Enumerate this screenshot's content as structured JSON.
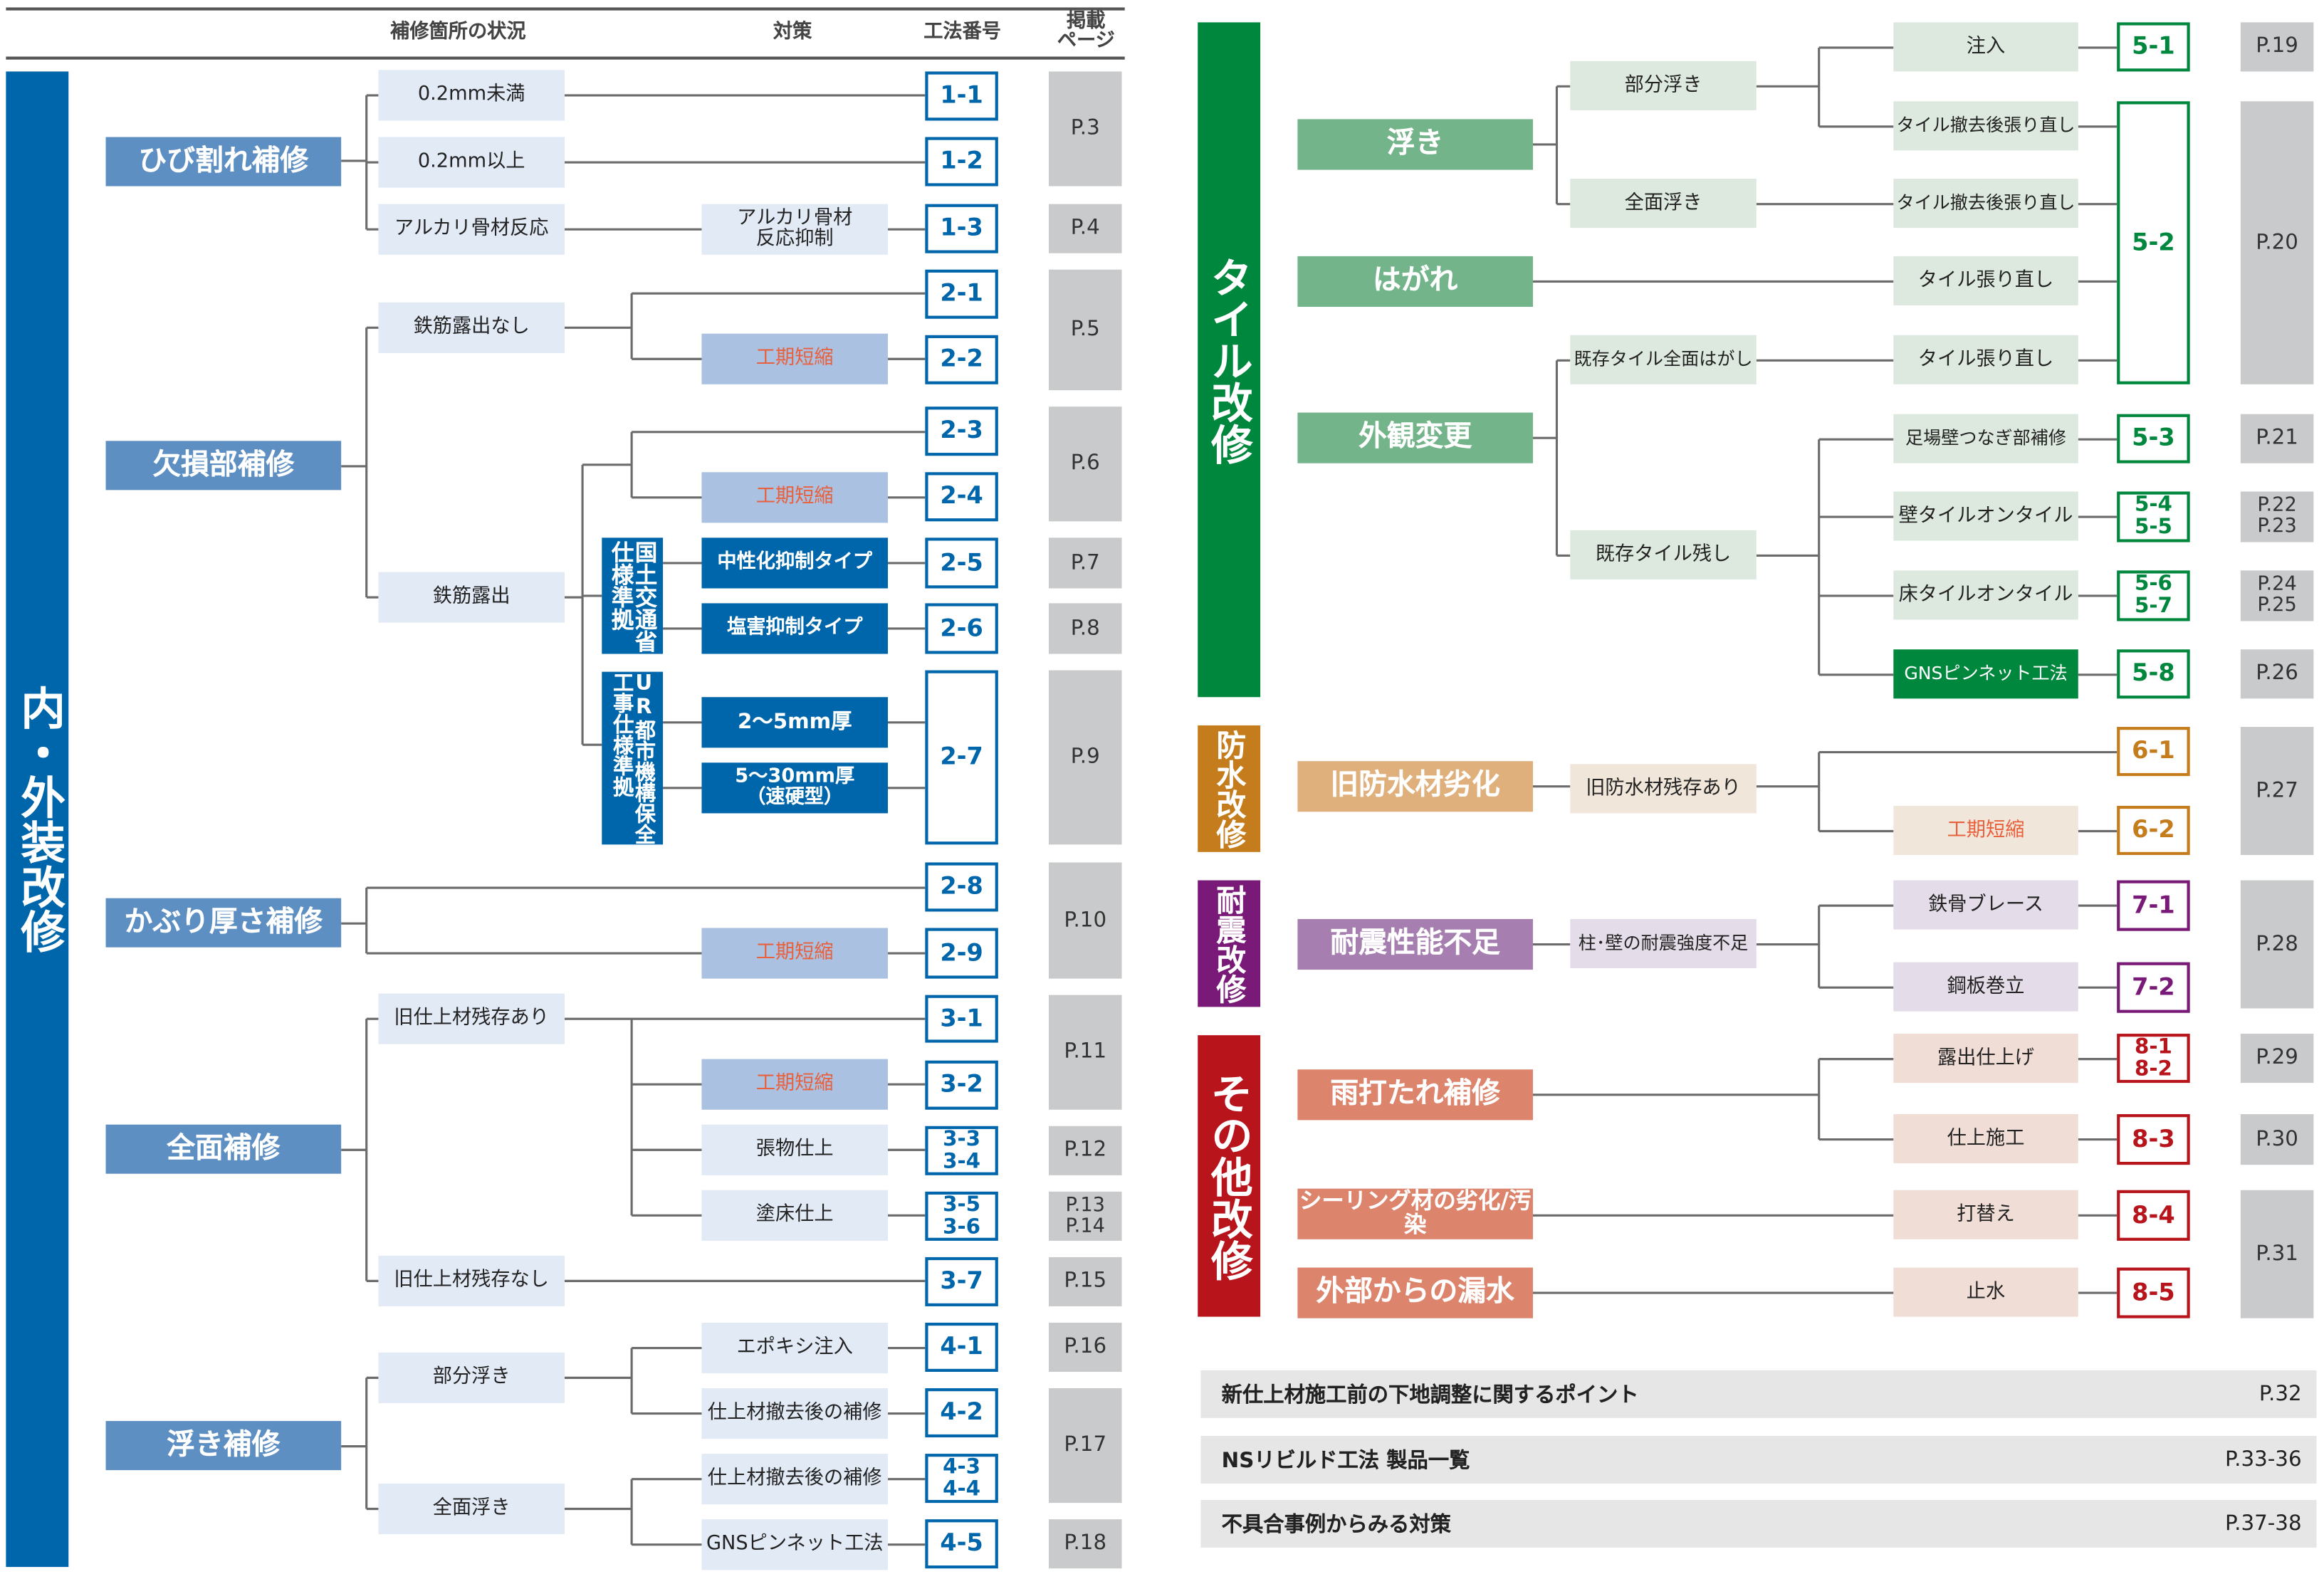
{
  "header": {
    "condition": "補修箇所の状況",
    "measure": "対策",
    "method_no": "工法番号",
    "page": "掲載\nページ"
  },
  "left": {
    "section": "内・外装改修",
    "categories": [
      "ひび割れ補修",
      "欠損部補修",
      "かぶり厚さ補修",
      "全面補修",
      "浮き補修"
    ],
    "conditions": [
      "0.2mm未満",
      "0.2mm以上",
      "アルカリ骨材反応",
      "鉄筋露出なし",
      "鉄筋露出",
      "旧仕上材残存あり",
      "旧仕上材残存なし",
      "部分浮き",
      "全面浮き"
    ],
    "measures": [
      "アルカリ骨材\n反応抑制",
      "工期短縮",
      "工期短縮",
      "中性化抑制タイプ",
      "塩害抑制タイプ",
      "2～5mm厚",
      "5～30mm厚\n（速硬型）",
      "工期短縮",
      "工期短縮",
      "張物仕上",
      "塗床仕上",
      "エポキシ注入",
      "仕上材撤去後の補修",
      "仕上材撤去後の補修",
      "GNSピンネット工法"
    ],
    "standards": [
      "国土交通省\n仕様準拠",
      "UR都市機構保全\n工事仕様準拠"
    ],
    "methods": [
      "1-1",
      "1-2",
      "1-3",
      "2-1",
      "2-2",
      "2-3",
      "2-4",
      "2-5",
      "2-6",
      "2-7",
      "2-8",
      "2-9",
      "3-1",
      "3-2",
      "3-3\n3-4",
      "3-5\n3-6",
      "3-7",
      "4-1",
      "4-2",
      "4-3\n4-4",
      "4-5"
    ],
    "pages": [
      "P.3",
      "P.4",
      "P.5",
      "P.6",
      "P.7",
      "P.8",
      "P.9",
      "P.10",
      "P.11",
      "P.12",
      "P.13\nP.14",
      "P.15",
      "P.16",
      "P.17",
      "P.18"
    ]
  },
  "right": {
    "sections": [
      "タイル改修",
      "防水改修",
      "耐震改修",
      "その他改修"
    ],
    "categories": [
      "浮き",
      "はがれ",
      "外観変更",
      "旧防水材劣化",
      "耐震性能不足",
      "雨打たれ補修",
      "シーリング材の劣化/汚染",
      "外部からの漏水"
    ],
    "conditions": [
      "部分浮き",
      "全面浮き",
      "既存タイル全面はがし",
      "既存タイル残し",
      "旧防水材残存あり",
      "柱･壁の耐震強度不足"
    ],
    "measures": [
      "注入",
      "タイル撤去後張り直し",
      "タイル撤去後張り直し",
      "タイル張り直し",
      "タイル張り直し",
      "足場壁つなぎ部補修",
      "壁タイルオンタイル",
      "床タイルオンタイル",
      "GNSピンネット工法",
      "工期短縮",
      "鉄骨ブレース",
      "鋼板巻立",
      "露出仕上げ",
      "仕上施工",
      "打替え",
      "止水"
    ],
    "methods": [
      "5-1",
      "5-2",
      "5-3",
      "5-4\n5-5",
      "5-6\n5-7",
      "5-8",
      "6-1",
      "6-2",
      "7-1",
      "7-2",
      "8-1\n8-2",
      "8-3",
      "8-4",
      "8-5"
    ],
    "pages": [
      "P.19",
      "P.20",
      "P.21",
      "P.22\nP.23",
      "P.24\nP.25",
      "P.26",
      "P.27",
      "P.28",
      "P.29",
      "P.30",
      "P.31"
    ]
  },
  "footer": [
    {
      "title": "新仕上材施工前の下地調整に関するポイント",
      "page": "P.32"
    },
    {
      "title": "NSリビルド工法 製品一覧",
      "page": "P.33-36"
    },
    {
      "title": "不具合事例からみる対策",
      "page": "P.37-38"
    }
  ],
  "colors": {
    "blue": "#0066ab",
    "green": "#00873e",
    "brown": "#c47c1c",
    "purple": "#7a1a78",
    "red": "#b8141c",
    "highlight_text": "#e8603c"
  }
}
